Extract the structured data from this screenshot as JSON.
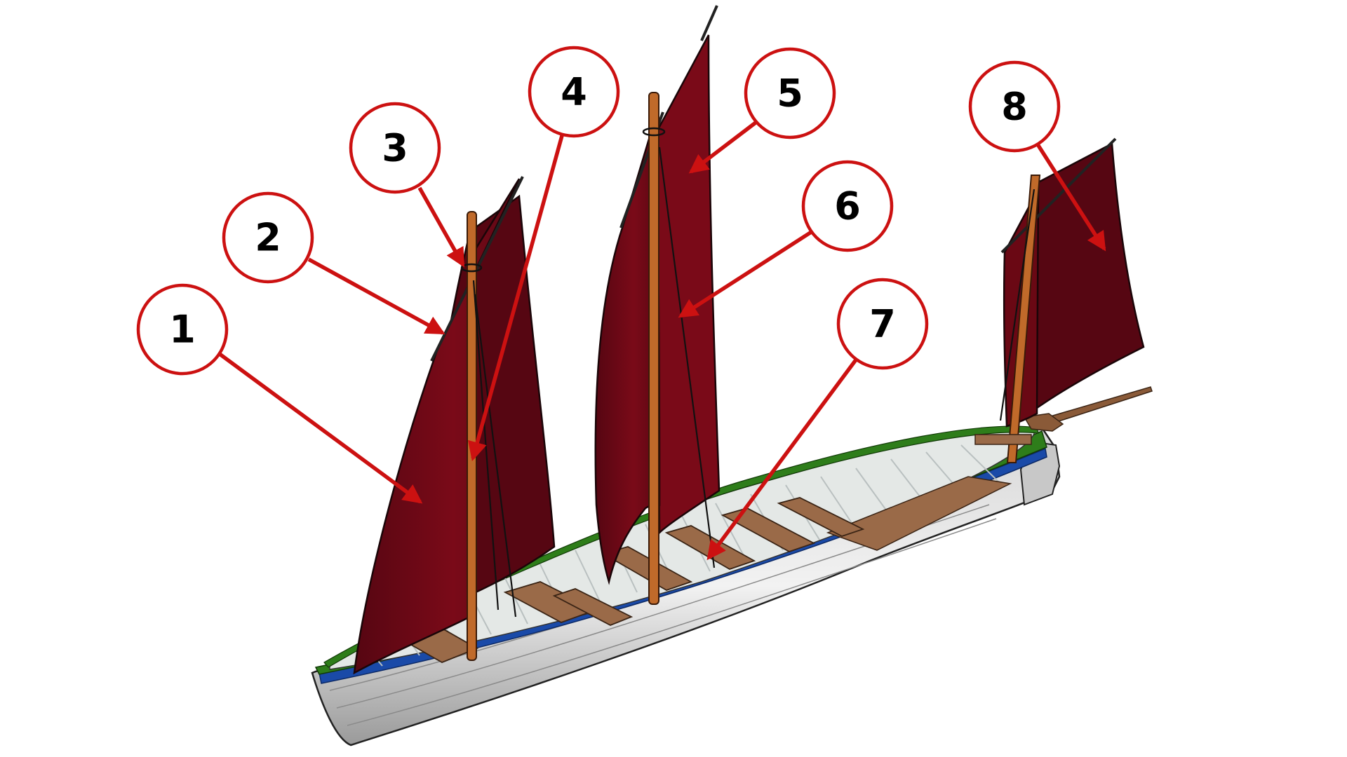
{
  "diagram": {
    "callouts": [
      {
        "label": "1"
      },
      {
        "label": "2"
      },
      {
        "label": "3"
      },
      {
        "label": "4"
      },
      {
        "label": "5"
      },
      {
        "label": "6"
      },
      {
        "label": "7"
      },
      {
        "label": "8"
      }
    ],
    "colors": {
      "sail": "#7a0a18",
      "sail_dark": "#560612",
      "mast": "#c06a2a",
      "hull": "#e8e8e8",
      "hull_stripe": "#1a4aa8",
      "gunwale": "#2e7d1a",
      "thwart": "#9a6a48",
      "callout": "#cc1111"
    }
  }
}
